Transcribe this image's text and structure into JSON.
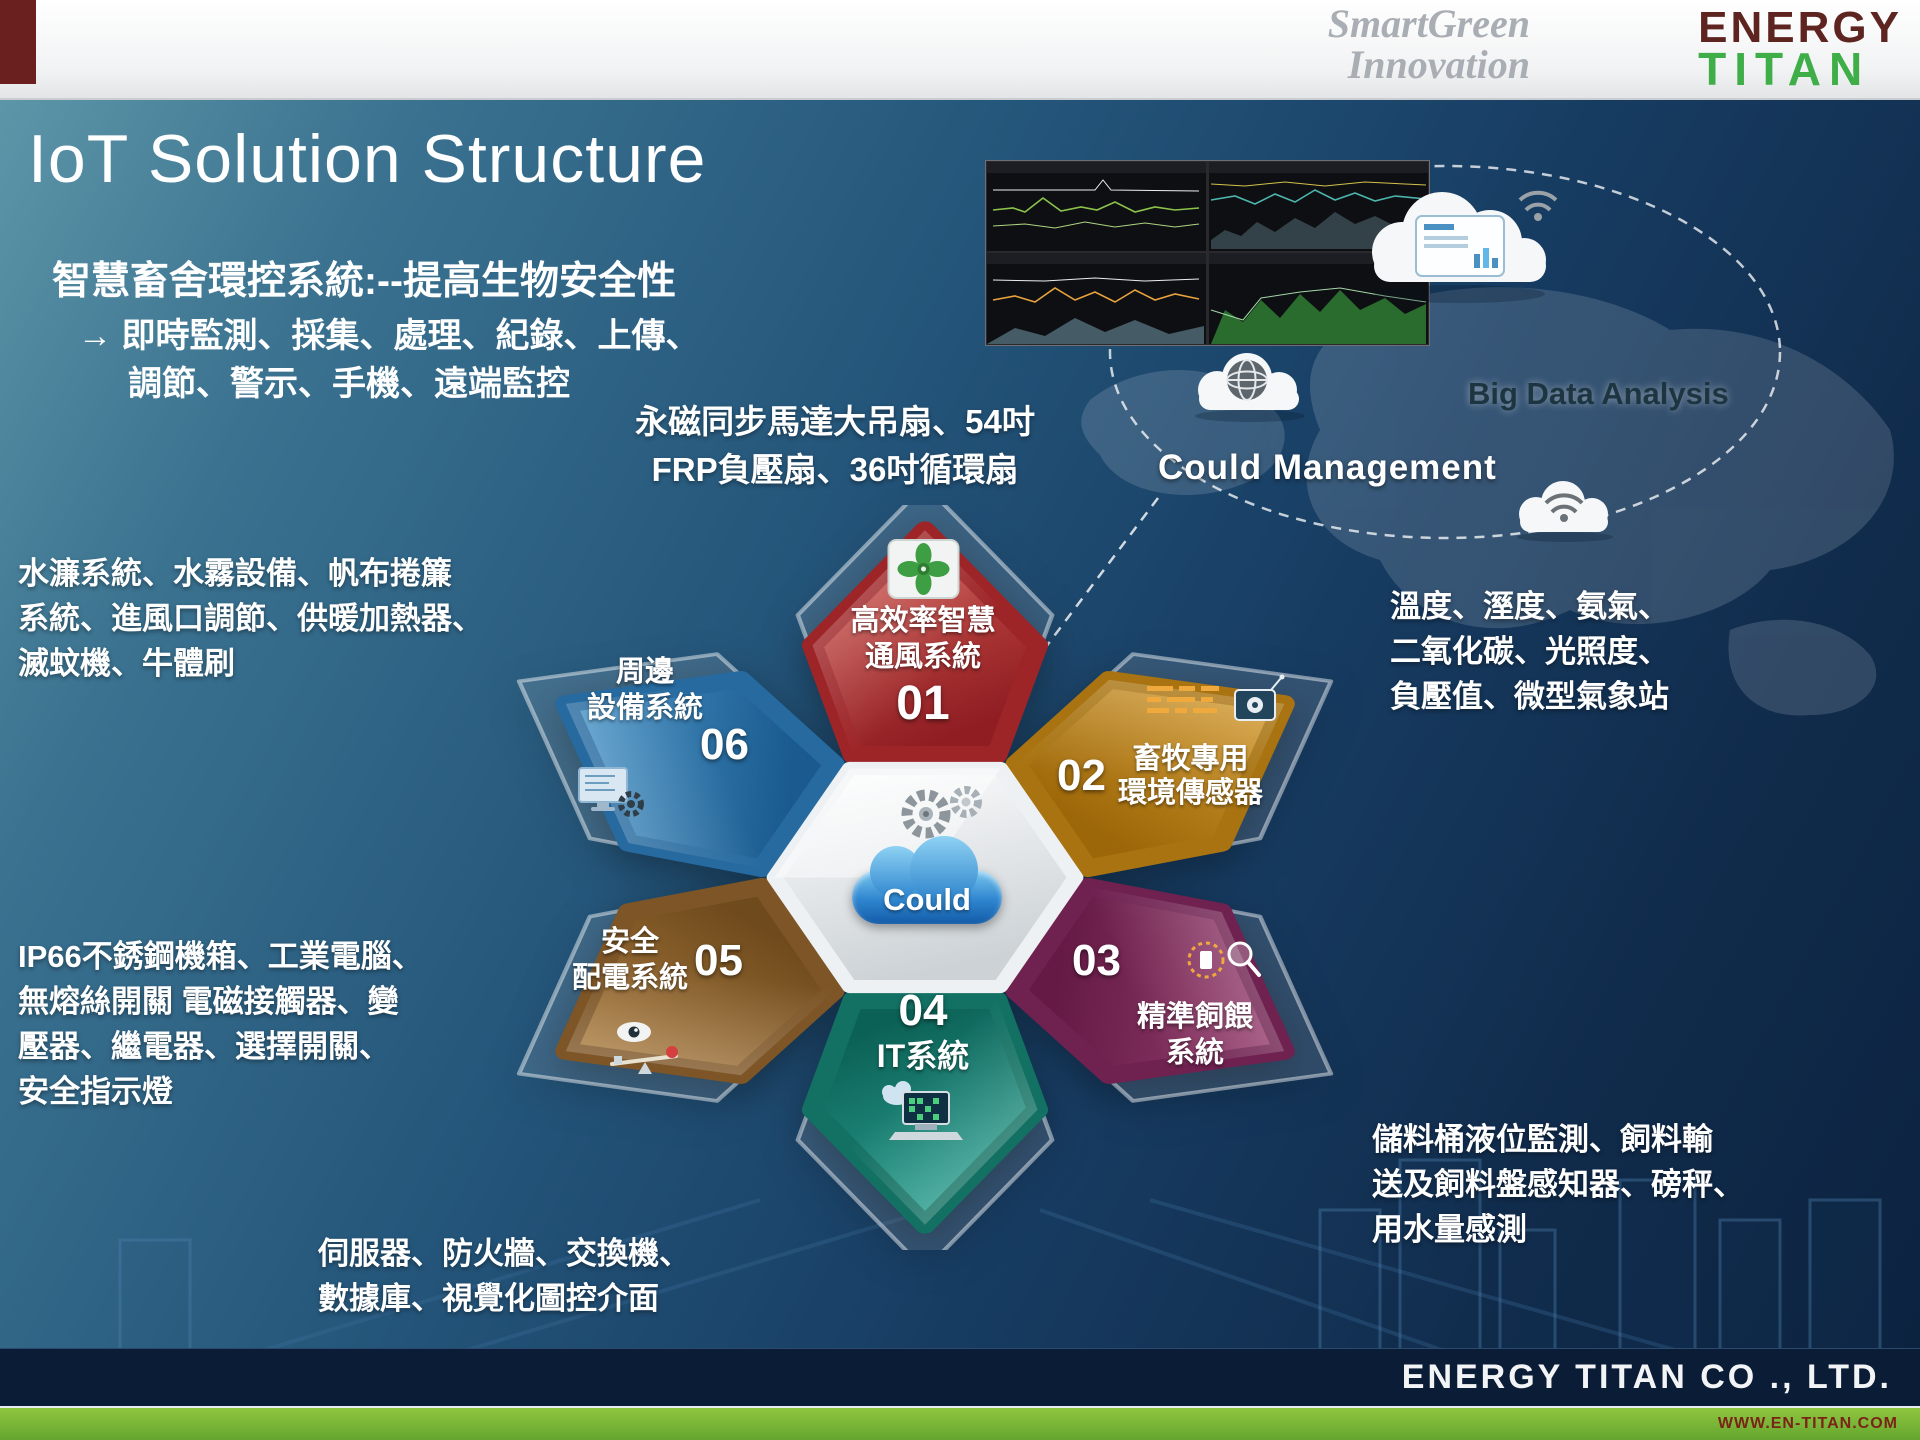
{
  "header": {
    "tagline": [
      "SmartGreen",
      "Innovation"
    ],
    "logo": {
      "line1": "ENERGY",
      "line2": "TITAN"
    }
  },
  "slide": {
    "title": "IoT Solution Structure",
    "subtitle": "智慧畜舍環控系統:--提高生物安全性",
    "bullets": [
      "→ 即時監測、採集、處理、紀錄、上傳、",
      "調節、警示、手機、遠端監控"
    ]
  },
  "cloud_area": {
    "big_data_label": "Big Data Analysis",
    "management_label": "Could  Management"
  },
  "annotations": {
    "ventilation": [
      "永磁同步馬達大吊扇、54吋",
      "FRP負壓扇、36吋循環扇"
    ],
    "peripheral": [
      "水濂系統、水霧設備、帆布捲簾",
      "系統、進風口調節、供暖加熱器、",
      "滅蚊機、牛體刷"
    ],
    "power": [
      "IP66不銹鋼機箱、工業電腦、",
      "無熔絲開關 電磁接觸器、變",
      "壓器、繼電器、選擇開關、",
      "安全指示燈"
    ],
    "it": [
      "伺服器、防火牆、交換機、",
      "數據庫、視覺化圖控介面"
    ],
    "sensors": [
      "溫度、溼度、氨氣、",
      "二氧化碳、光照度、",
      "負壓值、微型氣象站"
    ],
    "feeding": [
      "儲料桶液位監測、飼料輸",
      "送及飼料盤感知器、磅秤、",
      "用水量感測"
    ]
  },
  "diagram": {
    "center_label": "Could",
    "petals": [
      {
        "num": "01",
        "lines": [
          "高效率智慧",
          "通風系統"
        ],
        "color": "#b02c2c"
      },
      {
        "num": "02",
        "lines": [
          "畜牧專用",
          "環境傳感器"
        ],
        "color": "#c08616"
      },
      {
        "num": "03",
        "lines": [
          "精準飼餵",
          "系統"
        ],
        "color": "#8e2f63"
      },
      {
        "num": "04",
        "lines": [
          "IT系統"
        ],
        "color": "#169b8a"
      },
      {
        "num": "05",
        "lines": [
          "安全",
          "配電系統"
        ],
        "color": "#9a6a2f"
      },
      {
        "num": "06",
        "lines": [
          "周邊",
          "設備系統"
        ],
        "color": "#2e86c1"
      }
    ]
  },
  "footer": {
    "company": "ENERGY  TITAN  CO ., LTD.",
    "website": "WWW.EN-TITAN.COM"
  }
}
